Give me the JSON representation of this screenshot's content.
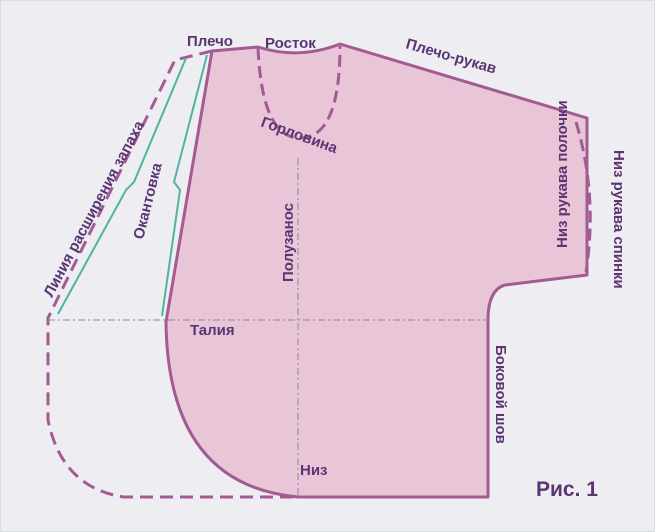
{
  "colors": {
    "background": "#ededf2",
    "pattern_fill": "#e8c5d7",
    "outline": "#a45a93",
    "label": "#5b3472",
    "binding": "#4fb59d",
    "guide": "#8b8b9a"
  },
  "labels": {
    "shoulder": "Плечо",
    "neck_base": "Росток",
    "shoulder_sleeve": "Плечо-рукав",
    "neckline": "Горловина",
    "front_sleeve_bottom": "Низ рукава полочки",
    "back_sleeve_bottom": "Низ рукава спинки",
    "wrap_extension_line": "Линия расширения запаха",
    "binding": "Окантовка",
    "half_wrap": "Полузанос",
    "waist": "Талия",
    "hem": "Низ",
    "side_seam": "Боковой шов",
    "figure": "Рис. 1"
  }
}
